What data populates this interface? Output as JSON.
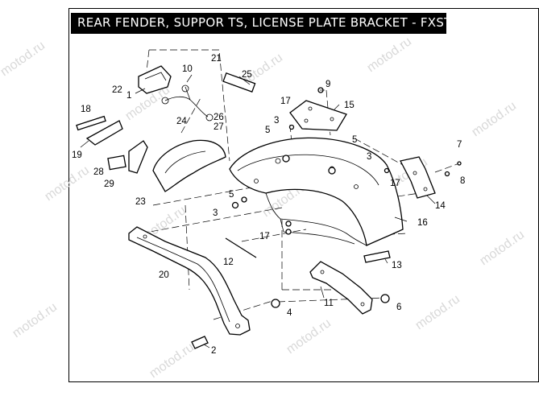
{
  "title": "REAR FENDER,   SUPPOR TS, LICENSE PLATE BRACKET - FXSTD",
  "watermark": "motod.ru",
  "callouts": [
    {
      "id": "c1",
      "label": "1"
    },
    {
      "id": "c2",
      "label": "2"
    },
    {
      "id": "c3a",
      "label": "3"
    },
    {
      "id": "c3b",
      "label": "3"
    },
    {
      "id": "c3c",
      "label": "3"
    },
    {
      "id": "c4",
      "label": "4"
    },
    {
      "id": "c5a",
      "label": "5"
    },
    {
      "id": "c5b",
      "label": "5"
    },
    {
      "id": "c5c",
      "label": "5"
    },
    {
      "id": "c6",
      "label": "6"
    },
    {
      "id": "c7",
      "label": "7"
    },
    {
      "id": "c8",
      "label": "8"
    },
    {
      "id": "c9",
      "label": "9"
    },
    {
      "id": "c10",
      "label": "10"
    },
    {
      "id": "c11",
      "label": "11"
    },
    {
      "id": "c12",
      "label": "12"
    },
    {
      "id": "c13",
      "label": "13"
    },
    {
      "id": "c14",
      "label": "14"
    },
    {
      "id": "c15",
      "label": "15"
    },
    {
      "id": "c16",
      "label": "16"
    },
    {
      "id": "c17a",
      "label": "17"
    },
    {
      "id": "c17b",
      "label": "17"
    },
    {
      "id": "c17c",
      "label": "17"
    },
    {
      "id": "c18",
      "label": "18"
    },
    {
      "id": "c19",
      "label": "19"
    },
    {
      "id": "c20",
      "label": "20"
    },
    {
      "id": "c21",
      "label": "21"
    },
    {
      "id": "c22",
      "label": "22"
    },
    {
      "id": "c23",
      "label": "23"
    },
    {
      "id": "c24",
      "label": "24"
    },
    {
      "id": "c25",
      "label": "25"
    },
    {
      "id": "c26",
      "label": "26"
    },
    {
      "id": "c27",
      "label": "27"
    },
    {
      "id": "c28",
      "label": "28"
    },
    {
      "id": "c29",
      "label": "29"
    }
  ]
}
